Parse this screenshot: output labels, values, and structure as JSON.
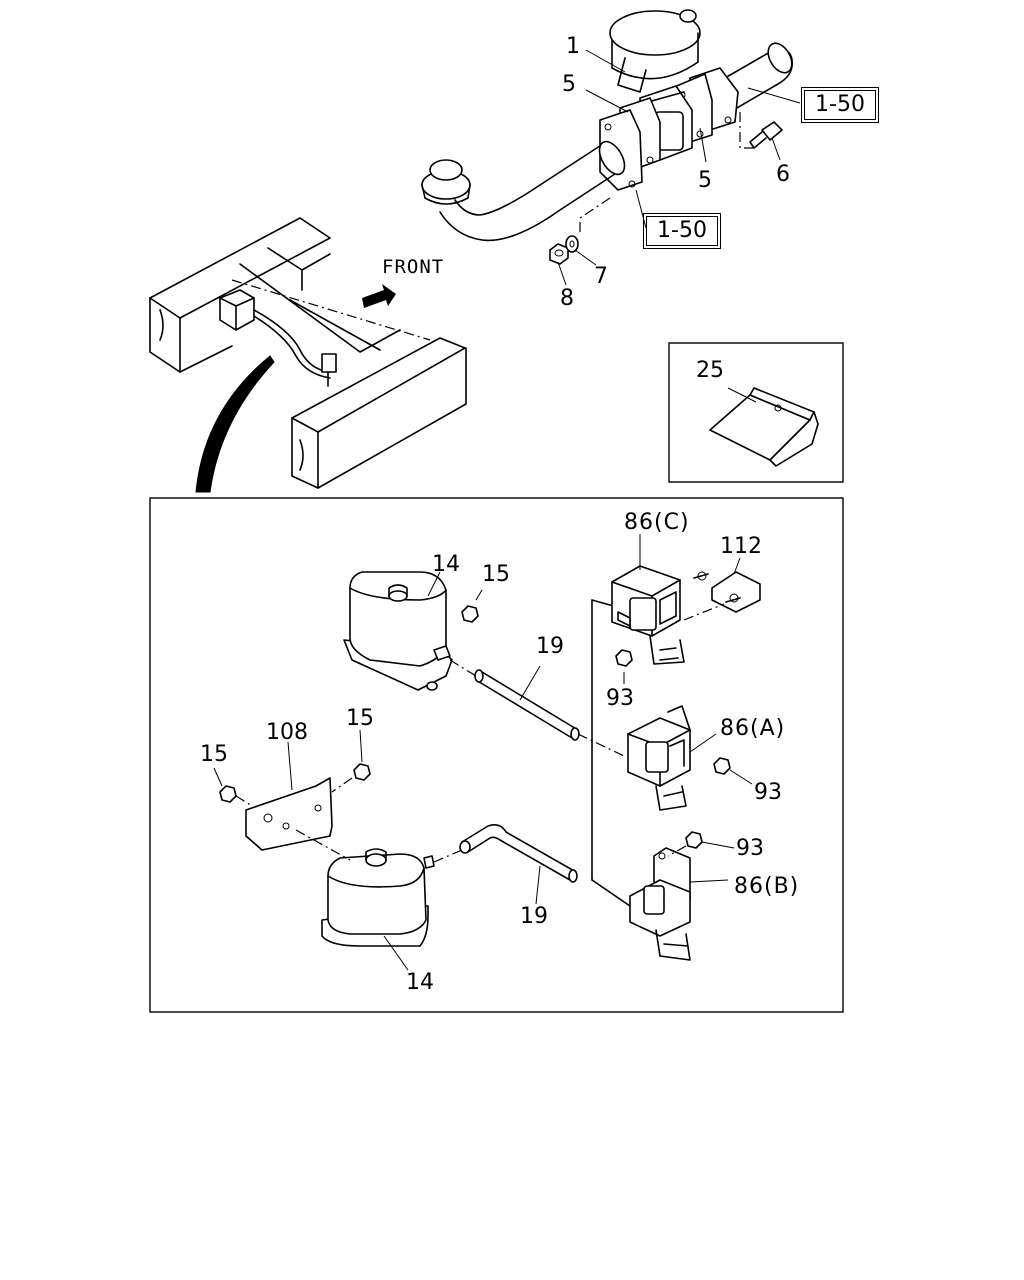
{
  "direction_label": "FRONT",
  "callouts": {
    "c1": "1",
    "c5a": "5",
    "c5b": "5",
    "c6": "6",
    "c7": "7",
    "c8": "8",
    "ref_top": "1-50",
    "ref_mid": "1-50",
    "c25": "25",
    "c14a": "14",
    "c15a": "15",
    "c19a": "19",
    "c86c": "86(C)",
    "c112": "112",
    "c93a": "93",
    "c86a": "86(A)",
    "c93b": "93",
    "c108": "108",
    "c15b": "15",
    "c15c": "15",
    "c93c": "93",
    "c86b": "86(B)",
    "c19b": "19",
    "c14b": "14"
  }
}
